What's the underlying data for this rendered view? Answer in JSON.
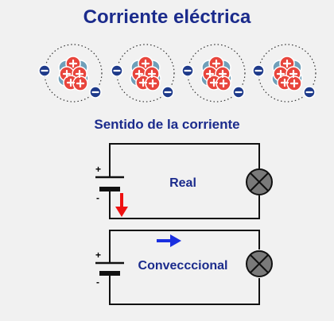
{
  "title": "Corriente eléctrica",
  "subtitle": "Sentido de la corriente",
  "atom": {
    "count": 4,
    "electron_sign": "−",
    "proton_sign": "+",
    "colors": {
      "proton": "#e8453c",
      "neutron": "#6f9fb9",
      "electron": "#1e3a8a",
      "orbit": "#333333"
    }
  },
  "circuits": [
    {
      "label": "Real",
      "battery_plus": "+",
      "battery_minus": "-",
      "arrow": {
        "direction": "down",
        "color": "#ee1111"
      }
    },
    {
      "label": "Convecccional",
      "battery_plus": "+",
      "battery_minus": "-",
      "arrow": {
        "direction": "right",
        "color": "#1a2fe0"
      }
    }
  ],
  "lamp_color": "#7a7a7a"
}
